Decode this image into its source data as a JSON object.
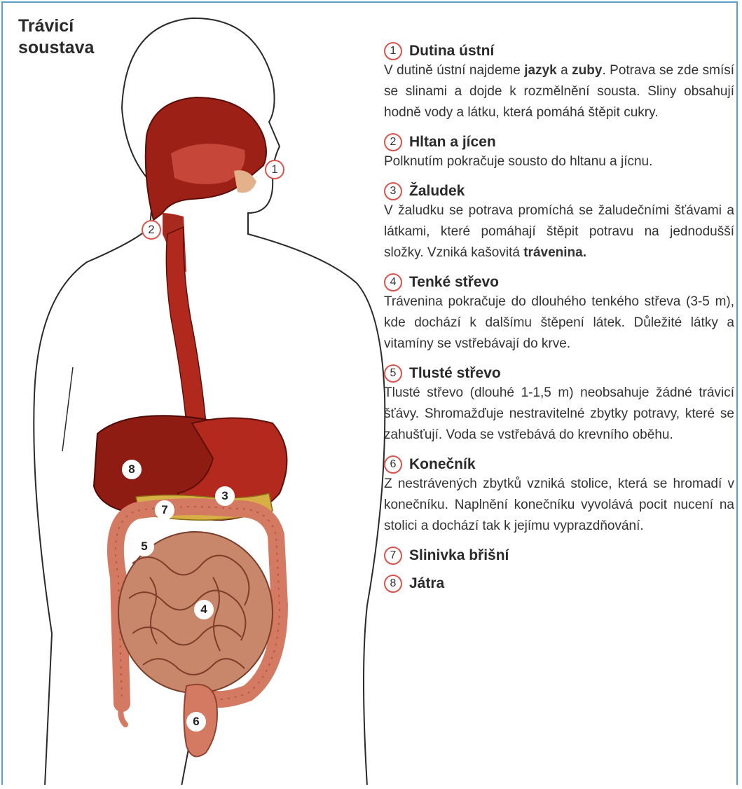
{
  "title": {
    "line1": "Trávicí",
    "line2": "soustava"
  },
  "figure_markers": [
    "1",
    "2",
    "3",
    "4",
    "5",
    "6",
    "7",
    "8"
  ],
  "colors": {
    "border": "#5aa0c8",
    "marker_ring": "#d9534f",
    "organ_dark": "#8b1a12",
    "organ_red": "#b4281c",
    "intestine": "#c98466",
    "colon": "#d77b64",
    "pancreas": "#d9b24a"
  },
  "legend": [
    {
      "num": "1",
      "label": "Dutina ústní",
      "parts": [
        "V dutině ústní najdeme ",
        "jazyk",
        " a ",
        "zuby",
        ". Potrava se zde smísí se slinami a dojde k rozmělnění sousta. Sliny obsahují hodně vody a látku, která pomáhá štěpit cukry."
      ]
    },
    {
      "num": "2",
      "label": "Hltan a jícen",
      "parts": [
        "Polknutím pokračuje sousto do hltanu a jícnu."
      ]
    },
    {
      "num": "3",
      "label": "Žaludek",
      "parts": [
        "V žaludku se potrava promíchá se žaludečními šťávami a látkami, které pomáhají štěpit potravu na jednodušší složky. Vzniká kašovitá ",
        "trávenina."
      ]
    },
    {
      "num": "4",
      "label": "Tenké střevo",
      "parts": [
        "Trávenina pokračuje do dlouhého tenkého střeva (3-5 m), kde dochází k dalšímu štěpení látek. Důležité látky a vitamíny se vstřebávají do krve."
      ]
    },
    {
      "num": "5",
      "label": "Tlusté střevo",
      "parts": [
        "Tlusté střevo (dlouhé 1-1,5 m) neobsahuje žádné trávicí šťávy. Shromažďuje nestravitelné zbytky potravy, které se zahušťují. Voda se vstřebává do krevního oběhu."
      ]
    },
    {
      "num": "6",
      "label": "Konečník",
      "parts": [
        "Z nestrávených zbytků vzniká stolice, která se hromadí v konečníku. Naplnění konečníku vyvolává pocit nucení na stolici a dochází tak k jejímu vyprazdňování."
      ]
    },
    {
      "num": "7",
      "label": "Slinivka břišní",
      "parts": []
    },
    {
      "num": "8",
      "label": "Játra",
      "parts": []
    }
  ]
}
